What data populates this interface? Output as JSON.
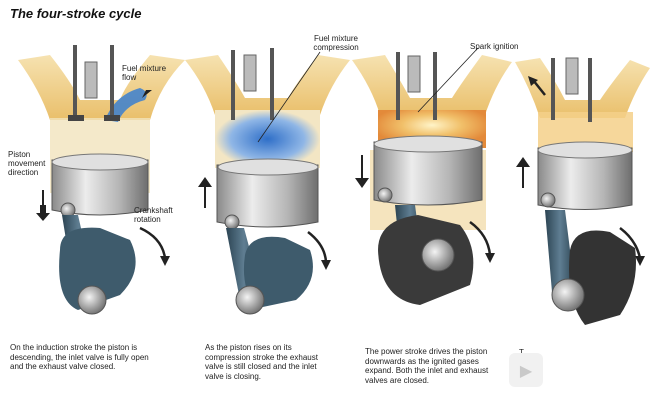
{
  "title": "The four-stroke cycle",
  "labels": {
    "fuel_flow": "Fuel mixture flow",
    "piston_direction": "Piston movement direction",
    "crankshaft": "Crankshaft rotation",
    "fuel_compression": "Fuel mixture compression",
    "spark": "Spark ignition"
  },
  "captions": [
    "On the induction stroke the piston is descending, the inlet valve is fully open and the exhaust valve closed.",
    "As the piston rises on its compression stroke the exhaust valve is still closed and the inlet valve is closing.",
    "The power stroke drives the piston downwards as the ignited gases expand. Both the inlet and exhaust valves are closed.",
    "T..."
  ],
  "colors": {
    "gas_blue": "#3a7fd0",
    "gas_orange": "#e8a24a",
    "manifold": "#f3d38c",
    "piston_silver": "#c8c8c8",
    "rod_blue": "#3d5a6e"
  },
  "icons": {
    "next": "chevron-right-icon"
  }
}
